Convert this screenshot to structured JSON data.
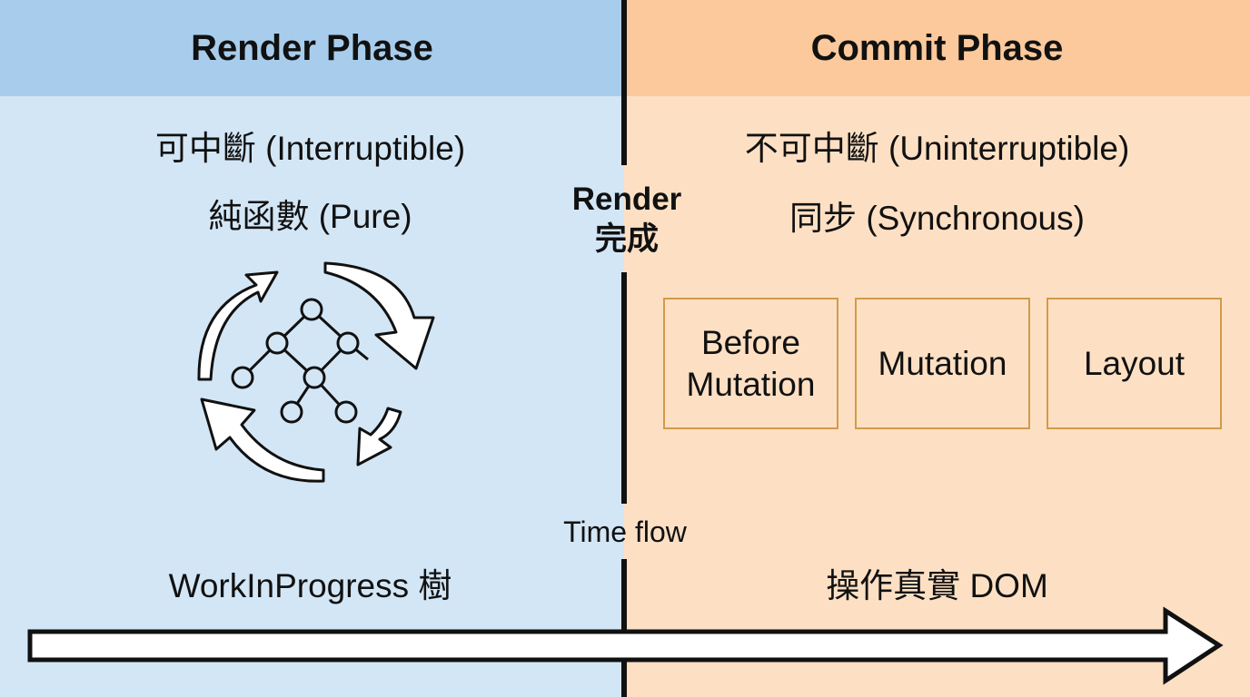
{
  "render_phase": {
    "title": "Render Phase",
    "line1": "可中斷 (Interruptible)",
    "line2": "純函數 (Pure)",
    "footer": "WorkInProgress 樹"
  },
  "commit_phase": {
    "title": "Commit Phase",
    "line1": "不可中斷 (Uninterruptible)",
    "line2": "同步 (Synchronous)",
    "steps": [
      "Before\nMutation",
      "Mutation",
      "Layout"
    ],
    "footer": "操作真實 DOM"
  },
  "divider": {
    "label_line1": "Render",
    "label_line2": "完成",
    "time_label": "Time flow"
  },
  "colors": {
    "render_bg": "#d3e6f6",
    "render_header": "#a8cdec",
    "commit_bg": "#fde0c4",
    "commit_header": "#fbc99b",
    "box_border": "#d39a4a"
  },
  "icons": [
    "cycle-arrows-icon",
    "tree-graph-icon",
    "time-arrow-icon"
  ]
}
